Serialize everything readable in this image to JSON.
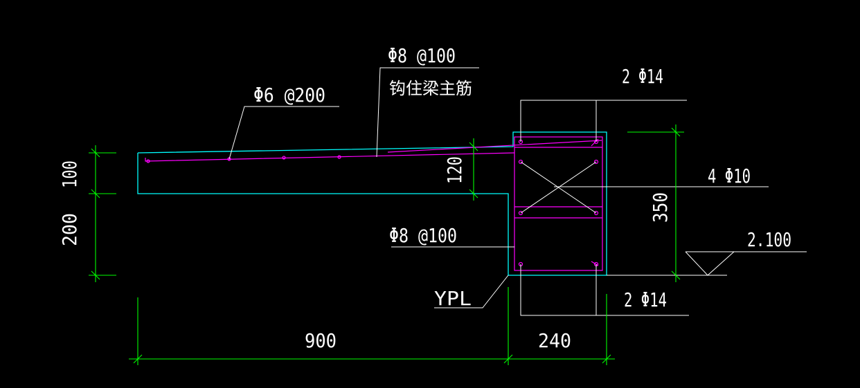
{
  "colors": {
    "background": "#000000",
    "outline": "#00ffff",
    "rebar": "#ff00ff",
    "leader": "#ffffff",
    "dimension": "#00ff00",
    "text": "#ffffff"
  },
  "labels": {
    "top_hook_rebar": "Φ8 @100",
    "top_hook_note": "钩住梁主筋",
    "slab_rebar": "Φ6 @200",
    "top_bars": "2 Φ14",
    "side_bars": "4 Φ10",
    "stirrup": "Φ8 @100",
    "beam_name": "YPL",
    "bottom_bars": "2 Φ14",
    "elevation": "2.100"
  },
  "dimensions": {
    "left_upper": "100",
    "left_lower": "200",
    "slab_thickness": "120",
    "beam_height": "350",
    "canopy_length": "900",
    "beam_width": "240"
  }
}
